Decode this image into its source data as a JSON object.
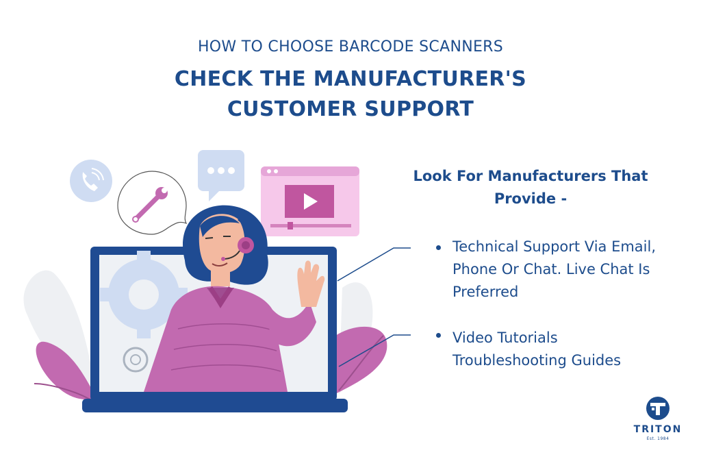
{
  "header": {
    "subtitle": "HOW TO CHOOSE BARCODE SCANNERS",
    "title": "CHECK THE MANUFACTURER'S CUSTOMER SUPPORT"
  },
  "content": {
    "heading": "Look For Manufacturers That Provide -",
    "bullets": [
      "Technical Support Via Email, Phone Or Chat. Live Chat Is Preferred",
      "Video Tutorials Troubleshooting Guides"
    ]
  },
  "logo": {
    "name": "TRITON",
    "tagline": "Est. 1984"
  },
  "colors": {
    "primary": "#1d4c8c",
    "accent_pink": "#c26ab0",
    "light_blue": "#cfdcf2"
  },
  "icons": [
    "phone-icon",
    "wrench-icon",
    "chat-bubble-icon",
    "video-player-icon",
    "gear-icon",
    "laptop-icon",
    "triton-logo-icon"
  ]
}
